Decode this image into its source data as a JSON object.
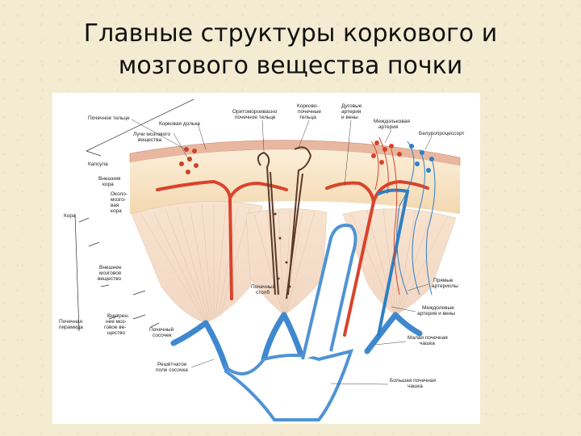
{
  "title": {
    "line1": "Главные структуры коркового и",
    "line2": "мозгового вещества почки"
  },
  "labels": {
    "pochechnoe_telce": "Почечное тельце",
    "luchi_mozgovogo_1": "Лучи мозгового",
    "luchi_mozgovogo_2": "вещества",
    "korkovaya_dolka": "Корковая долька",
    "izvitoi_1": "Оритомороивасно",
    "izvitoi_2": "почечное тельце",
    "korkovo_1": "Корково-",
    "korkovo_2": "почечные",
    "korkovo_3": "тельца",
    "dugovaya_1": "Дуговые",
    "dugovaya_2": "артерия",
    "dugovaya_3": "и вены",
    "mezhdolkovaya_1": "Междольковая",
    "mezhdolkovaya_2": "артерия",
    "belsposobnyi": "Белуропроцессорт",
    "kapsula": "Капсула",
    "vneshnyaya_1": "Внешняя",
    "vneshnyaya_2": "кора",
    "okolomozg_1": "Около-",
    "okolomozg_2": "мозго-",
    "okolomozg_3": "вая",
    "okolomozg_4": "кора",
    "kora": "Кора",
    "vneshnee_1": "Внешнее",
    "vneshnee_2": "мозговое",
    "vneshnee_3": "вещество",
    "pochechnaya_1": "Почечная",
    "pochechnaya_2": "пирамида",
    "vnutrennee_1": "Внутрен-",
    "vnutrennee_2": "нее моз-",
    "vnutrennee_3": "говое ве-",
    "vnutrennee_4": "щество",
    "pochechnyi_stolb_1": "Почечный",
    "pochechnyi_stolb_2": "столб",
    "pochechnyi_sosochek_1": "Почечный",
    "pochechnyi_sosochek_2": "сосочек",
    "pryamye_1": "Прямые",
    "pryamye_2": "артериолы",
    "mezhdolevye_1": "Междолевые",
    "mezhdolevye_2": "артерия и вены",
    "malaya_1": "Малая почечная",
    "malaya_2": "чашка",
    "reshetchatoe_1": "Решётчатое",
    "reshetchatoe_2": "поле сосочка",
    "bolshaya_1": "Большая почечная",
    "bolshaya_2": "чашка"
  },
  "colors": {
    "artery": "#d9432b",
    "vein": "#2f7fc4",
    "calyx": "#4f93d4",
    "pyramid": "#f5e6d4",
    "cortex": "#f7e6c6",
    "capsule": "#e7b9a1"
  }
}
